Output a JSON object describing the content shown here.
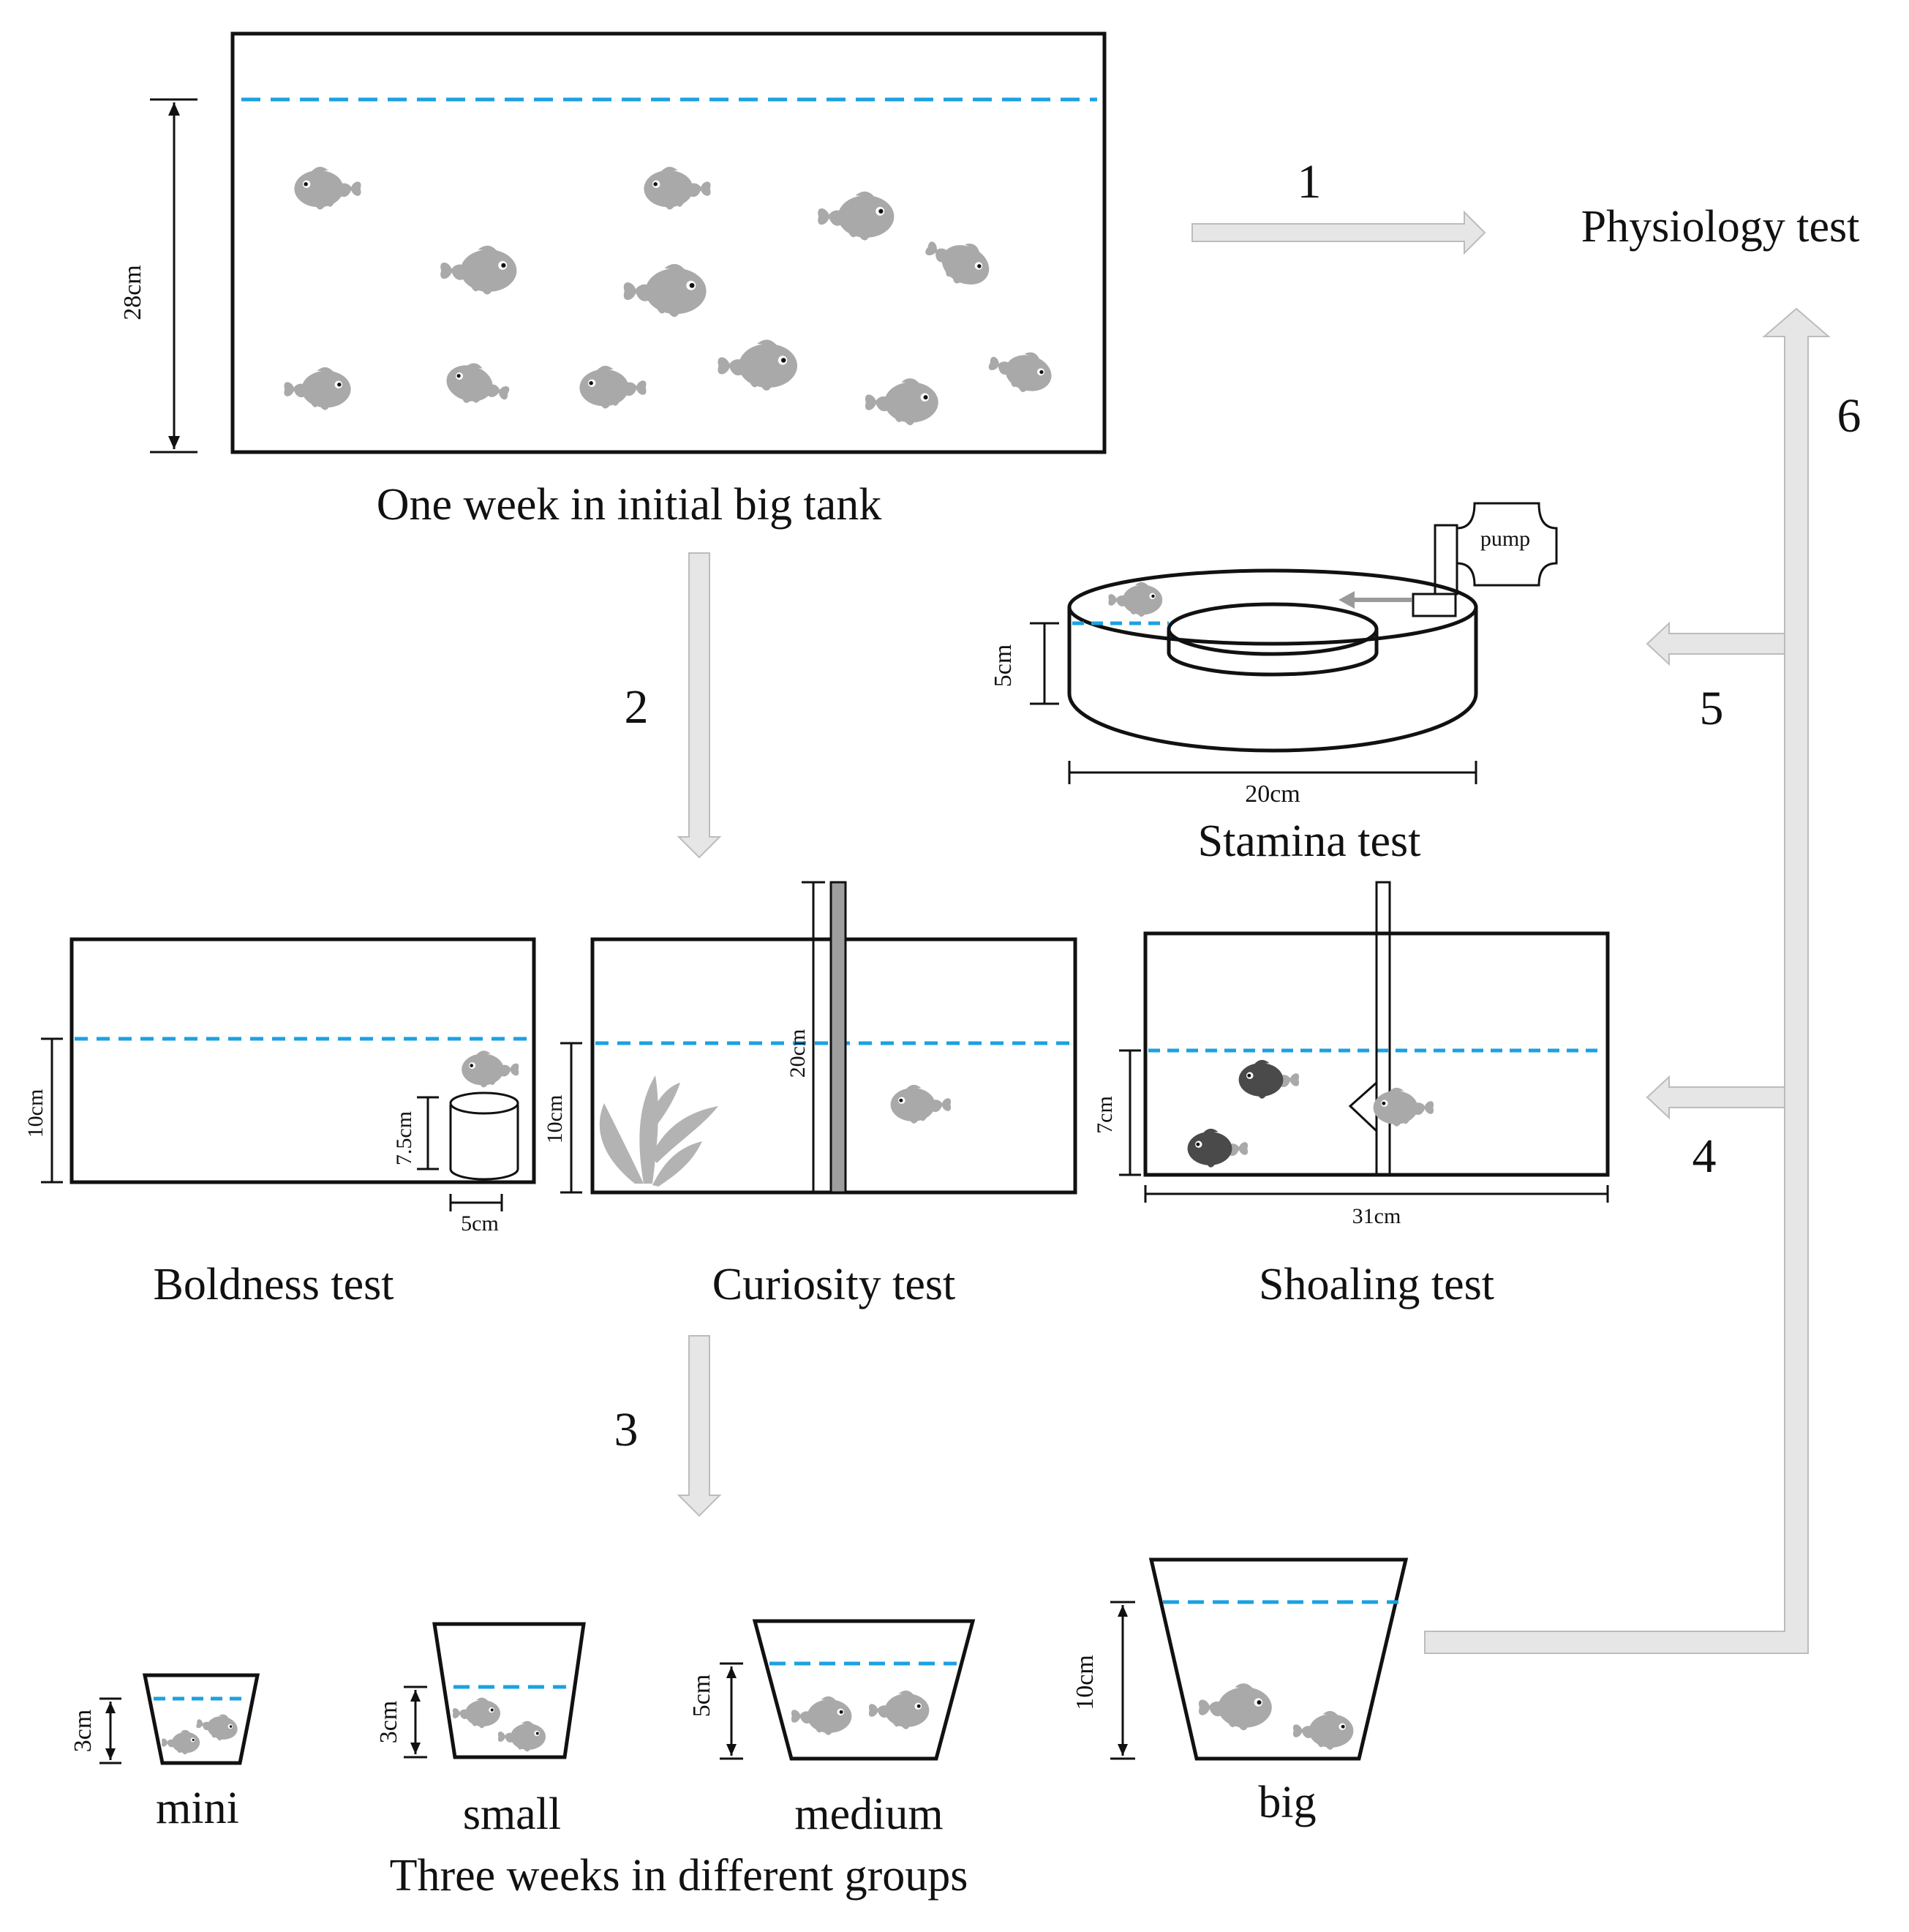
{
  "title_steps": {
    "step1": "1",
    "step2": "2",
    "step3": "3",
    "step4": "4",
    "step5": "5",
    "step6": "6"
  },
  "labels": {
    "initial_tank": "One week in initial big tank",
    "physiology": "Physiology test",
    "stamina": "Stamina test",
    "boldness": "Boldness test",
    "curiosity": "Curiosity test",
    "shoaling": "Shoaling test",
    "mini": "mini",
    "small": "small",
    "medium": "medium",
    "big": "big",
    "groups": "Three weeks in different groups",
    "pump": "pump"
  },
  "dimensions": {
    "big_tank_height": "28cm",
    "stamina_height": "5cm",
    "stamina_width": "20cm",
    "boldness_height": "10cm",
    "cylinder_height": "7.5cm",
    "cylinder_width": "5cm",
    "curiosity_height": "10cm",
    "divider_height": "20cm",
    "shoaling_height": "7cm",
    "shoaling_width": "31cm",
    "mini_height": "3cm",
    "small_height": "3cm",
    "medium_height": "5cm",
    "big_height": "10cm"
  },
  "colors": {
    "water_line": "#1ba1e2",
    "fish": "#a9a9a9",
    "dark_fish": "#4a4a4a",
    "flow_arrow": "#e6e6e6"
  }
}
